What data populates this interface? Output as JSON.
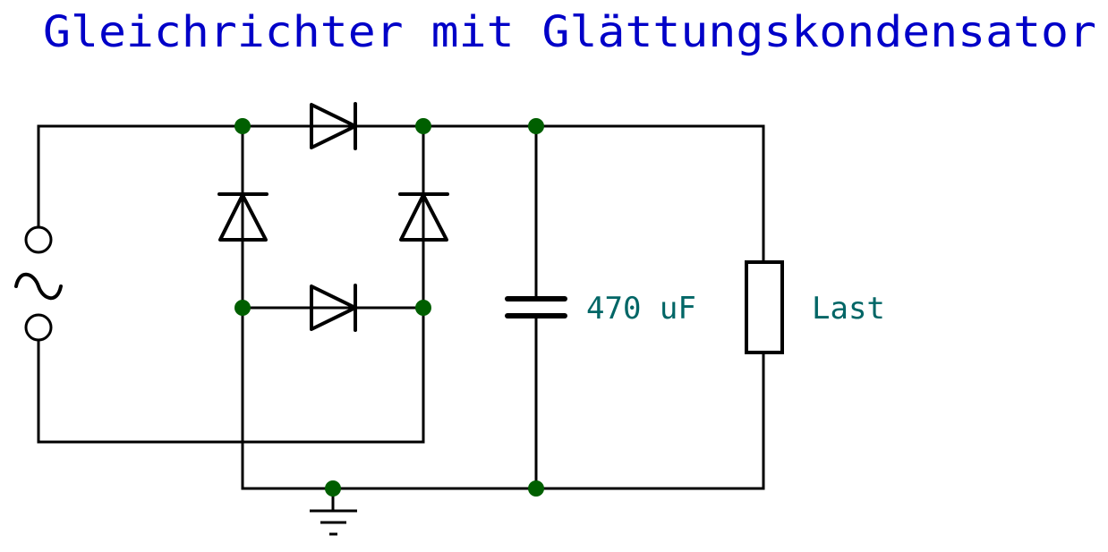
{
  "title": "Gleichrichter mit Glättungskondensator",
  "components": {
    "capacitor_label": "470 uF",
    "load_label": "Last"
  },
  "colors": {
    "title": "#0000c8",
    "labels": "#006666",
    "wires": "#000000",
    "junctions": "#005f00"
  }
}
